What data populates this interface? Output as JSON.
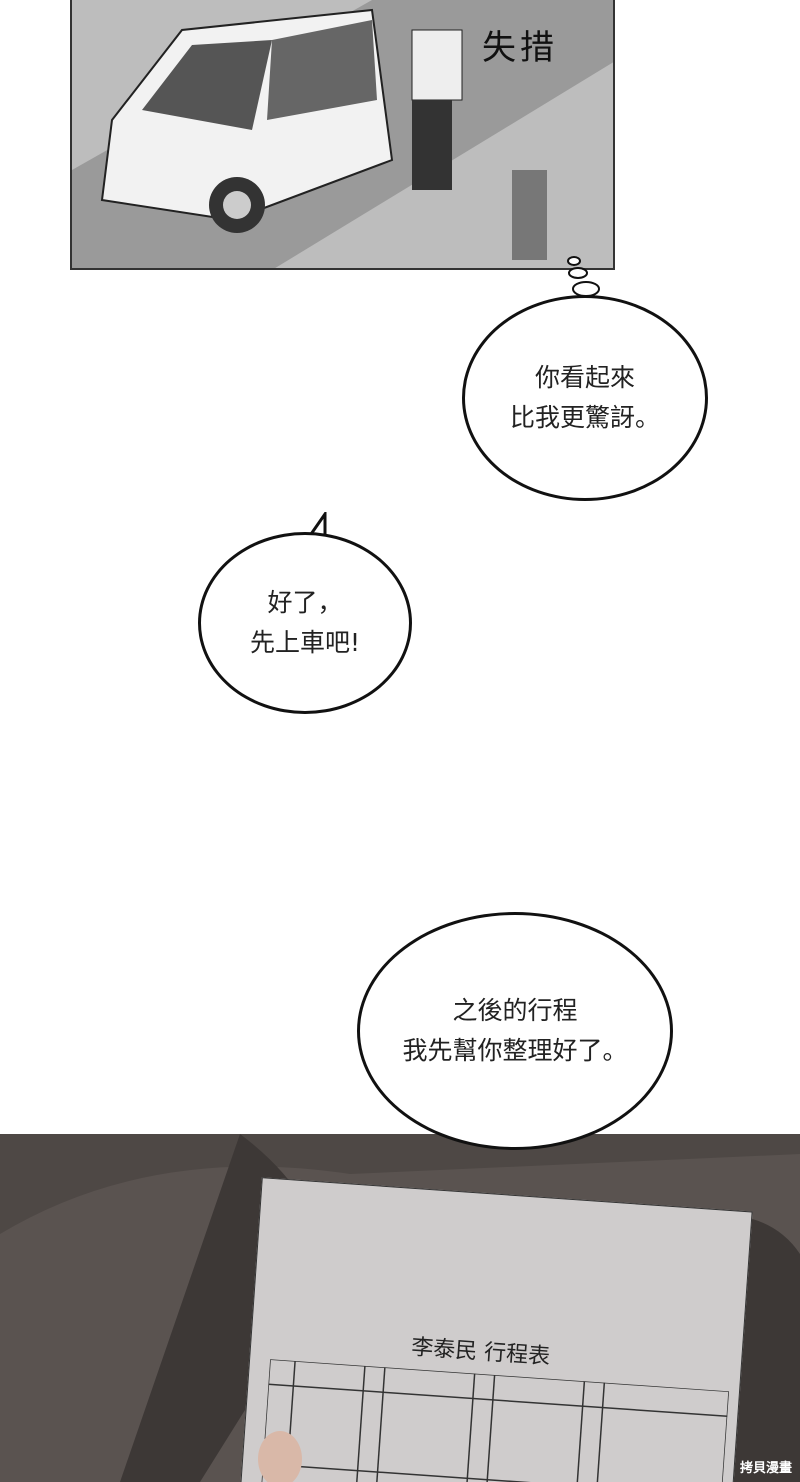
{
  "panel1": {
    "sfx": "失措"
  },
  "bubbles": [
    {
      "text_lines": [
        "你看起來",
        "比我更驚訝。"
      ]
    },
    {
      "text_lines": [
        "好了，",
        "先上車吧!"
      ]
    },
    {
      "text_lines": [
        "之後的行程",
        "我先幫你整理好了。"
      ]
    }
  ],
  "panel2": {
    "sheet_title": "李泰民 行程表"
  },
  "watermark": "拷貝漫畫",
  "colors": {
    "panel1_bg": "#bdbdbd",
    "panel2_bg": "#4e4845",
    "paper": "#cfcccc"
  }
}
